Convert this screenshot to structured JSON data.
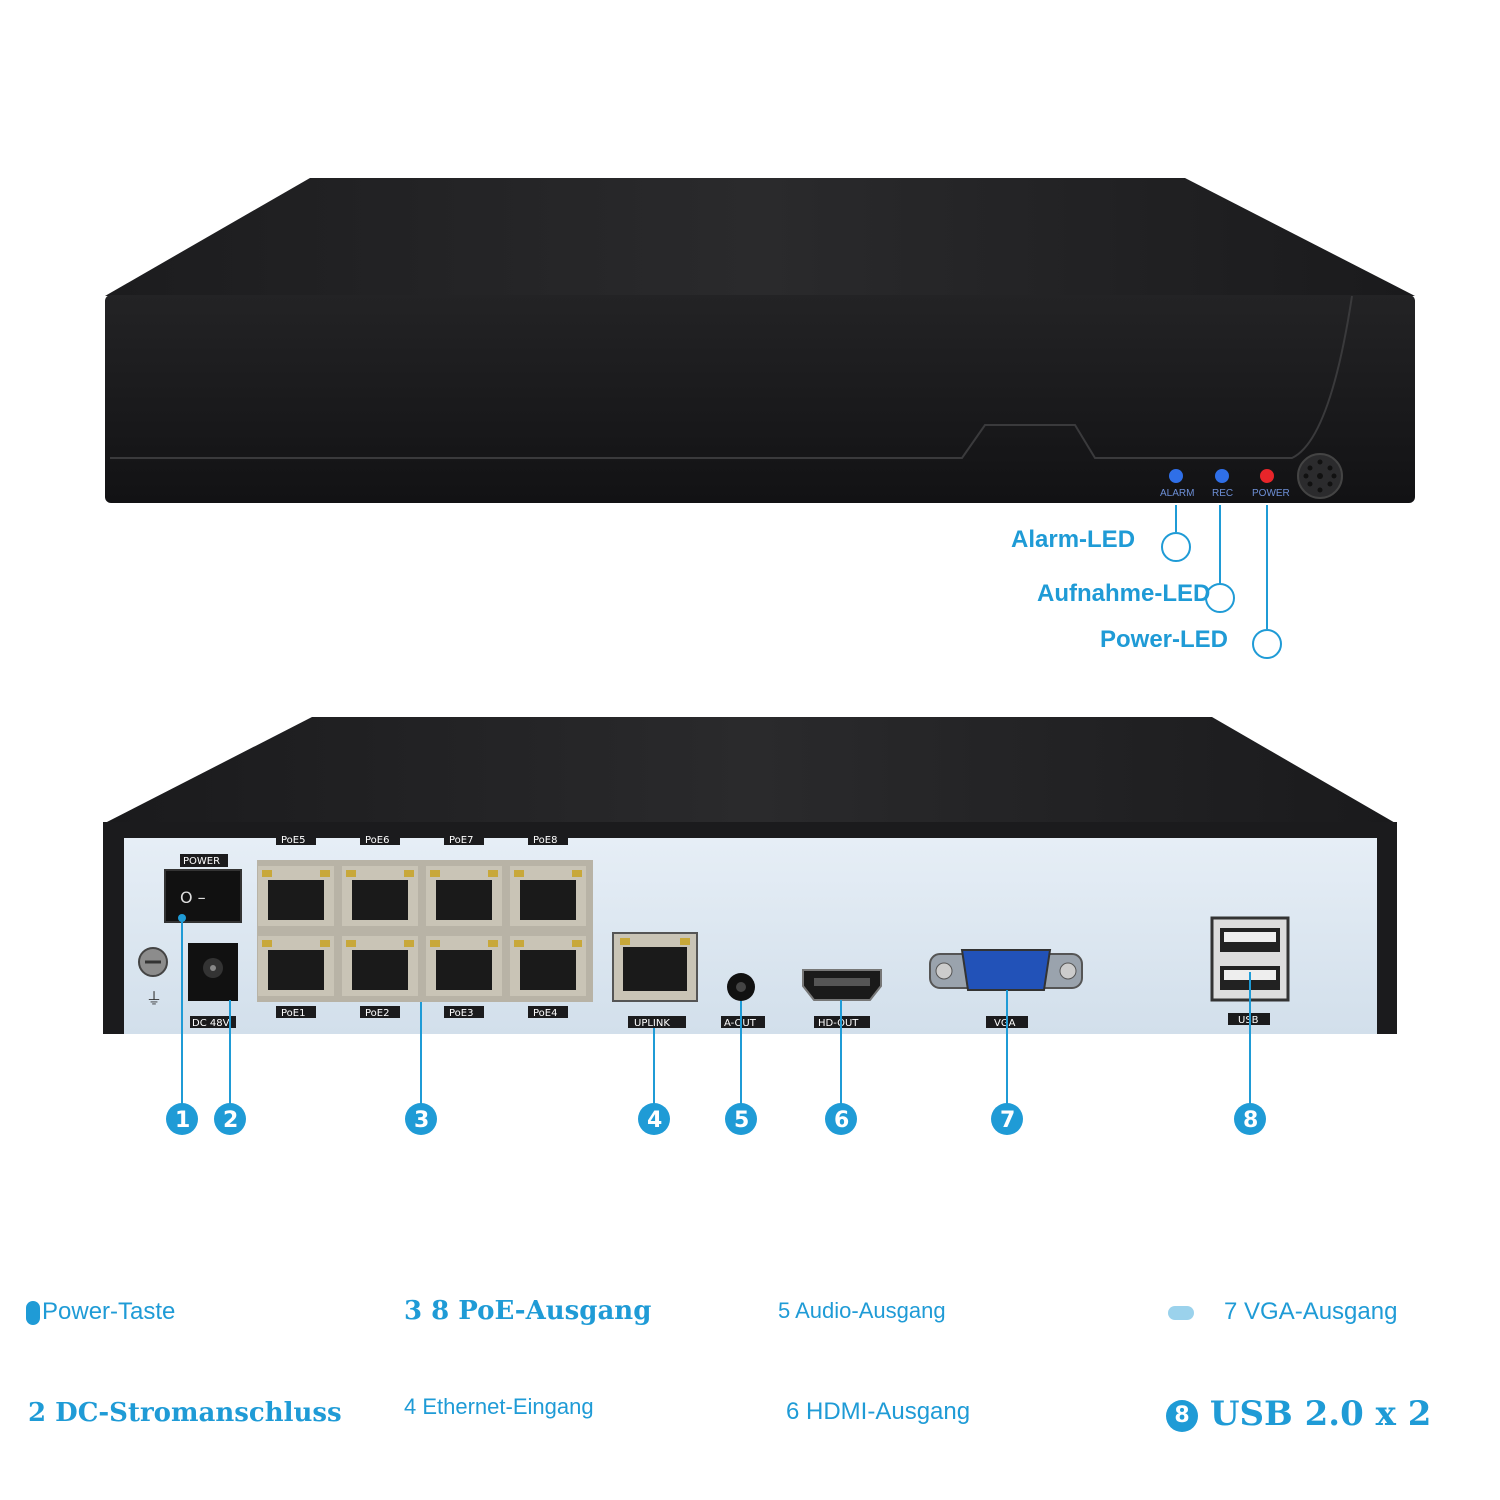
{
  "front": {
    "leds": [
      {
        "label": "ALARM",
        "color": "#2f6fe8"
      },
      {
        "label": "REC",
        "color": "#2f6fe8"
      },
      {
        "label": "POWER",
        "color": "#e8252a"
      }
    ],
    "callouts": [
      "Alarm-LED",
      "Aufnahme-LED",
      "Power-LED"
    ]
  },
  "rear": {
    "power_switch_label": "POWER",
    "dc_label": "DC 48V",
    "poe_top": [
      "PoE5",
      "PoE6",
      "PoE7",
      "PoE8"
    ],
    "poe_bottom": [
      "PoE1",
      "PoE2",
      "PoE3",
      "PoE4"
    ],
    "uplink_label": "UPLINK",
    "aout_label": "A-OUT",
    "hdout_label": "HD-OUT",
    "vga_label": "VGA",
    "usb_label": "USB",
    "ground_symbol": "⏚"
  },
  "markers": [
    "1",
    "2",
    "3",
    "4",
    "5",
    "6",
    "7",
    "8"
  ],
  "legend": {
    "item1": "Power-Taste",
    "item2": "2 DC-Stromanschluss",
    "item3": "3 8 PoE-Ausgang",
    "item4": "4 Ethernet-Eingang",
    "item5": "5 Audio-Ausgang",
    "item6": "6 HDMI-Ausgang",
    "item7": "7 VGA-Ausgang",
    "item8": "USB 2.0 x 2",
    "item8_number": "8"
  },
  "colors": {
    "accent": "#1f9bd6",
    "device_body": "#1b1b1d",
    "rear_panel": "#dde8f2"
  }
}
